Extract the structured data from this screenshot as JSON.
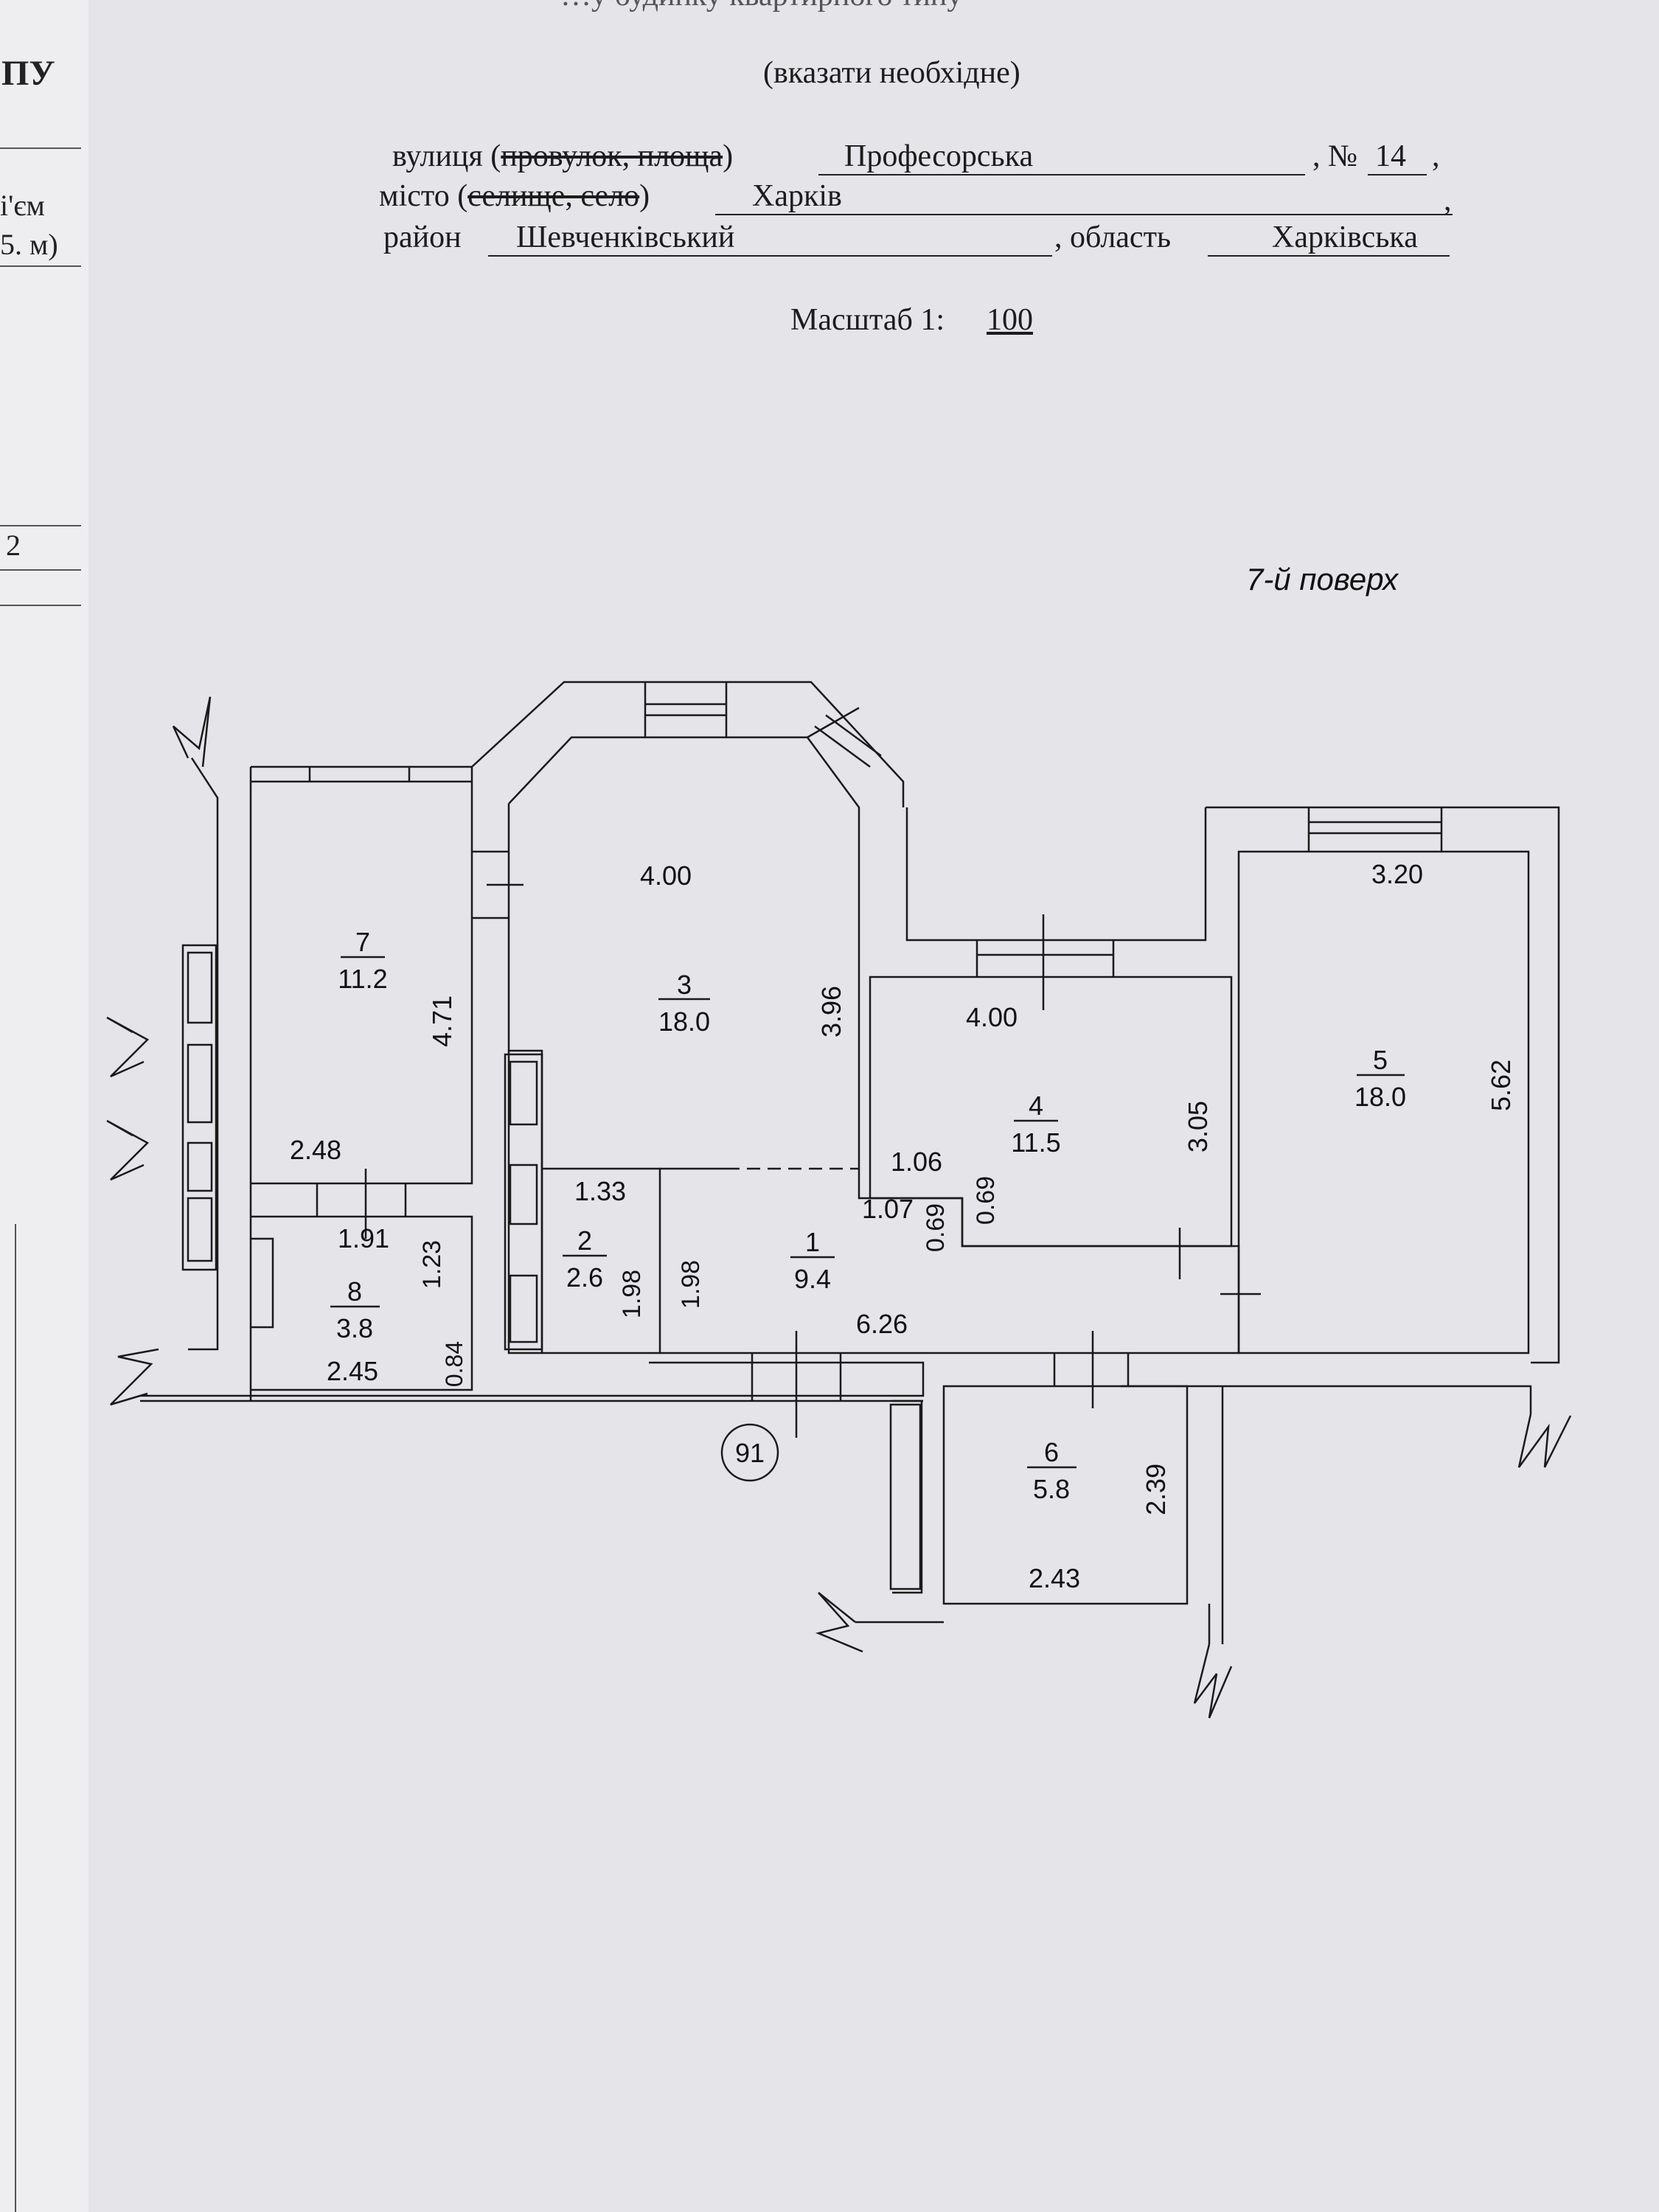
{
  "left_fragments": {
    "frag1": "ПУ",
    "frag2": "і'єм",
    "frag3": "5. м)",
    "frag4": "2"
  },
  "header": {
    "title_partial": "…у будинку квартирного типу",
    "note": "(вказати необхідне)",
    "street_label": "вулиця (",
    "street_struck": "провулок, площа",
    "street_close": ")",
    "street_value": "Професорська",
    "number_label": ", №",
    "number_value": "14",
    "city_label": "місто (",
    "city_struck": "селище, село",
    "city_close": ")",
    "city_value": "Харків",
    "district_label": "район",
    "district_value": "Шевченківський",
    "oblast_label": ", область",
    "oblast_value": "Харківська",
    "scale_label": "Масштаб 1:",
    "scale_value": "100"
  },
  "plan": {
    "floor_label": "7-й поверх",
    "marker_number": "91",
    "rooms": [
      {
        "id": "1",
        "number": "1",
        "area": "9.4"
      },
      {
        "id": "2",
        "number": "2",
        "area": "2.6"
      },
      {
        "id": "3",
        "number": "3",
        "area": "18.0"
      },
      {
        "id": "4",
        "number": "4",
        "area": "11.5"
      },
      {
        "id": "5",
        "number": "5",
        "area": "18.0"
      },
      {
        "id": "6",
        "number": "6",
        "area": "5.8"
      },
      {
        "id": "7",
        "number": "7",
        "area": "11.2"
      },
      {
        "id": "8",
        "number": "8",
        "area": "3.8"
      }
    ],
    "dimensions": {
      "r3_width": "4.00",
      "r3_depth": "3.96",
      "r4_width": "4.00",
      "r4_depth": "3.05",
      "r4_notch_w": "1.06",
      "r4_notch_h": "0.69",
      "r1_notch_w": "1.07",
      "r1_notch_h": "0.69",
      "r5_width": "3.20",
      "r5_depth": "5.62",
      "r7_width": "2.48",
      "r7_depth": "4.71",
      "r8_top": "1.91",
      "r8_depth": "1.23",
      "r8_width": "2.45",
      "r8_side": "0.84",
      "r2_width": "1.33",
      "r2_depth": "1.98",
      "r1_side": "1.98",
      "r1_width": "6.26",
      "r6_width": "2.43",
      "r6_depth": "2.39"
    }
  }
}
